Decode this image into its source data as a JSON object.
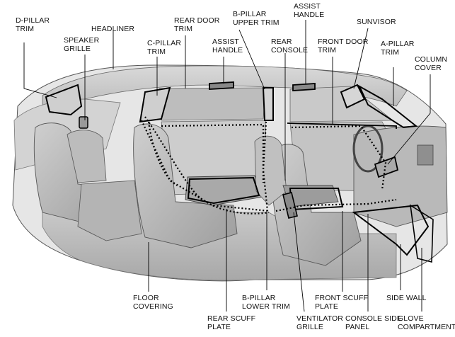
{
  "diagram": {
    "labels": {
      "d_pillar_trim": "D-PILLAR\nTRIM",
      "speaker_grille": "SPEAKER\nGRILLE",
      "headliner": "HEADLINER",
      "c_pillar_trim": "C-PILLAR\nTRIM",
      "rear_door_trim": "REAR DOOR\nTRIM",
      "b_pillar_upper_trim": "B-PILLAR\nUPPER TRIM",
      "assist_handle_rear": "ASSIST\nHANDLE",
      "rear_console": "REAR\nCONSOLE",
      "assist_handle_front": "ASSIST\nHANDLE",
      "front_door_trim": "FRONT DOOR\nTRIM",
      "sunvisor": "SUNVISOR",
      "a_pillar_trim": "A-PILLAR\nTRIM",
      "column_cover": "COLUMN\nCOVER",
      "floor_covering": "FLOOR\nCOVERING",
      "b_pillar_lower_trim": "B-PILLAR\nLOWER TRIM",
      "rear_scuff_plate": "REAR SCUFF\nPLATE",
      "ventilator_grille": "VENTILATOR\nGRILLE",
      "front_scuff_plate": "FRONT SCUFF\nPLATE",
      "console_side_panel": "CONSOLE SIDE\nPANEL",
      "side_wall": "SIDE WALL",
      "glove_compartment": "GLOVE\nCOMPARTMENT"
    }
  }
}
